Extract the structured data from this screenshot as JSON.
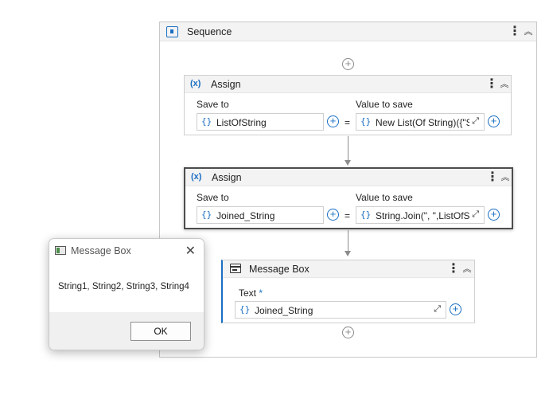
{
  "sequence": {
    "title": "Sequence",
    "menu_glyph": "⋮",
    "collapse_glyph": "︽",
    "add_glyph": "+"
  },
  "assign1": {
    "title": "Assign",
    "icon": "(x)",
    "save_to_label": "Save to",
    "value_label": "Value to save",
    "save_to_value": "ListOfString",
    "value": "New List(Of String)({\"S",
    "equals": "="
  },
  "assign2": {
    "title": "Assign",
    "icon": "(x)",
    "save_to_label": "Save to",
    "value_label": "Value to save",
    "save_to_value": "Joined_String",
    "value": "String.Join(\", \",ListOfSt",
    "equals": "="
  },
  "message_box_activity": {
    "title": "Message Box",
    "text_label": "Text",
    "required_mark": "*",
    "text_value": "Joined_String"
  },
  "field_glyphs": {
    "brace": "{}",
    "expand": "⤢",
    "plus": "+"
  },
  "dialog": {
    "title": "Message Box",
    "close_glyph": "✕",
    "message": "String1, String2, String3, String4",
    "ok_label": "OK"
  },
  "colors": {
    "accent": "#1a6fc4",
    "header_bg": "#f3f3f3",
    "border": "#cfcfcf"
  }
}
